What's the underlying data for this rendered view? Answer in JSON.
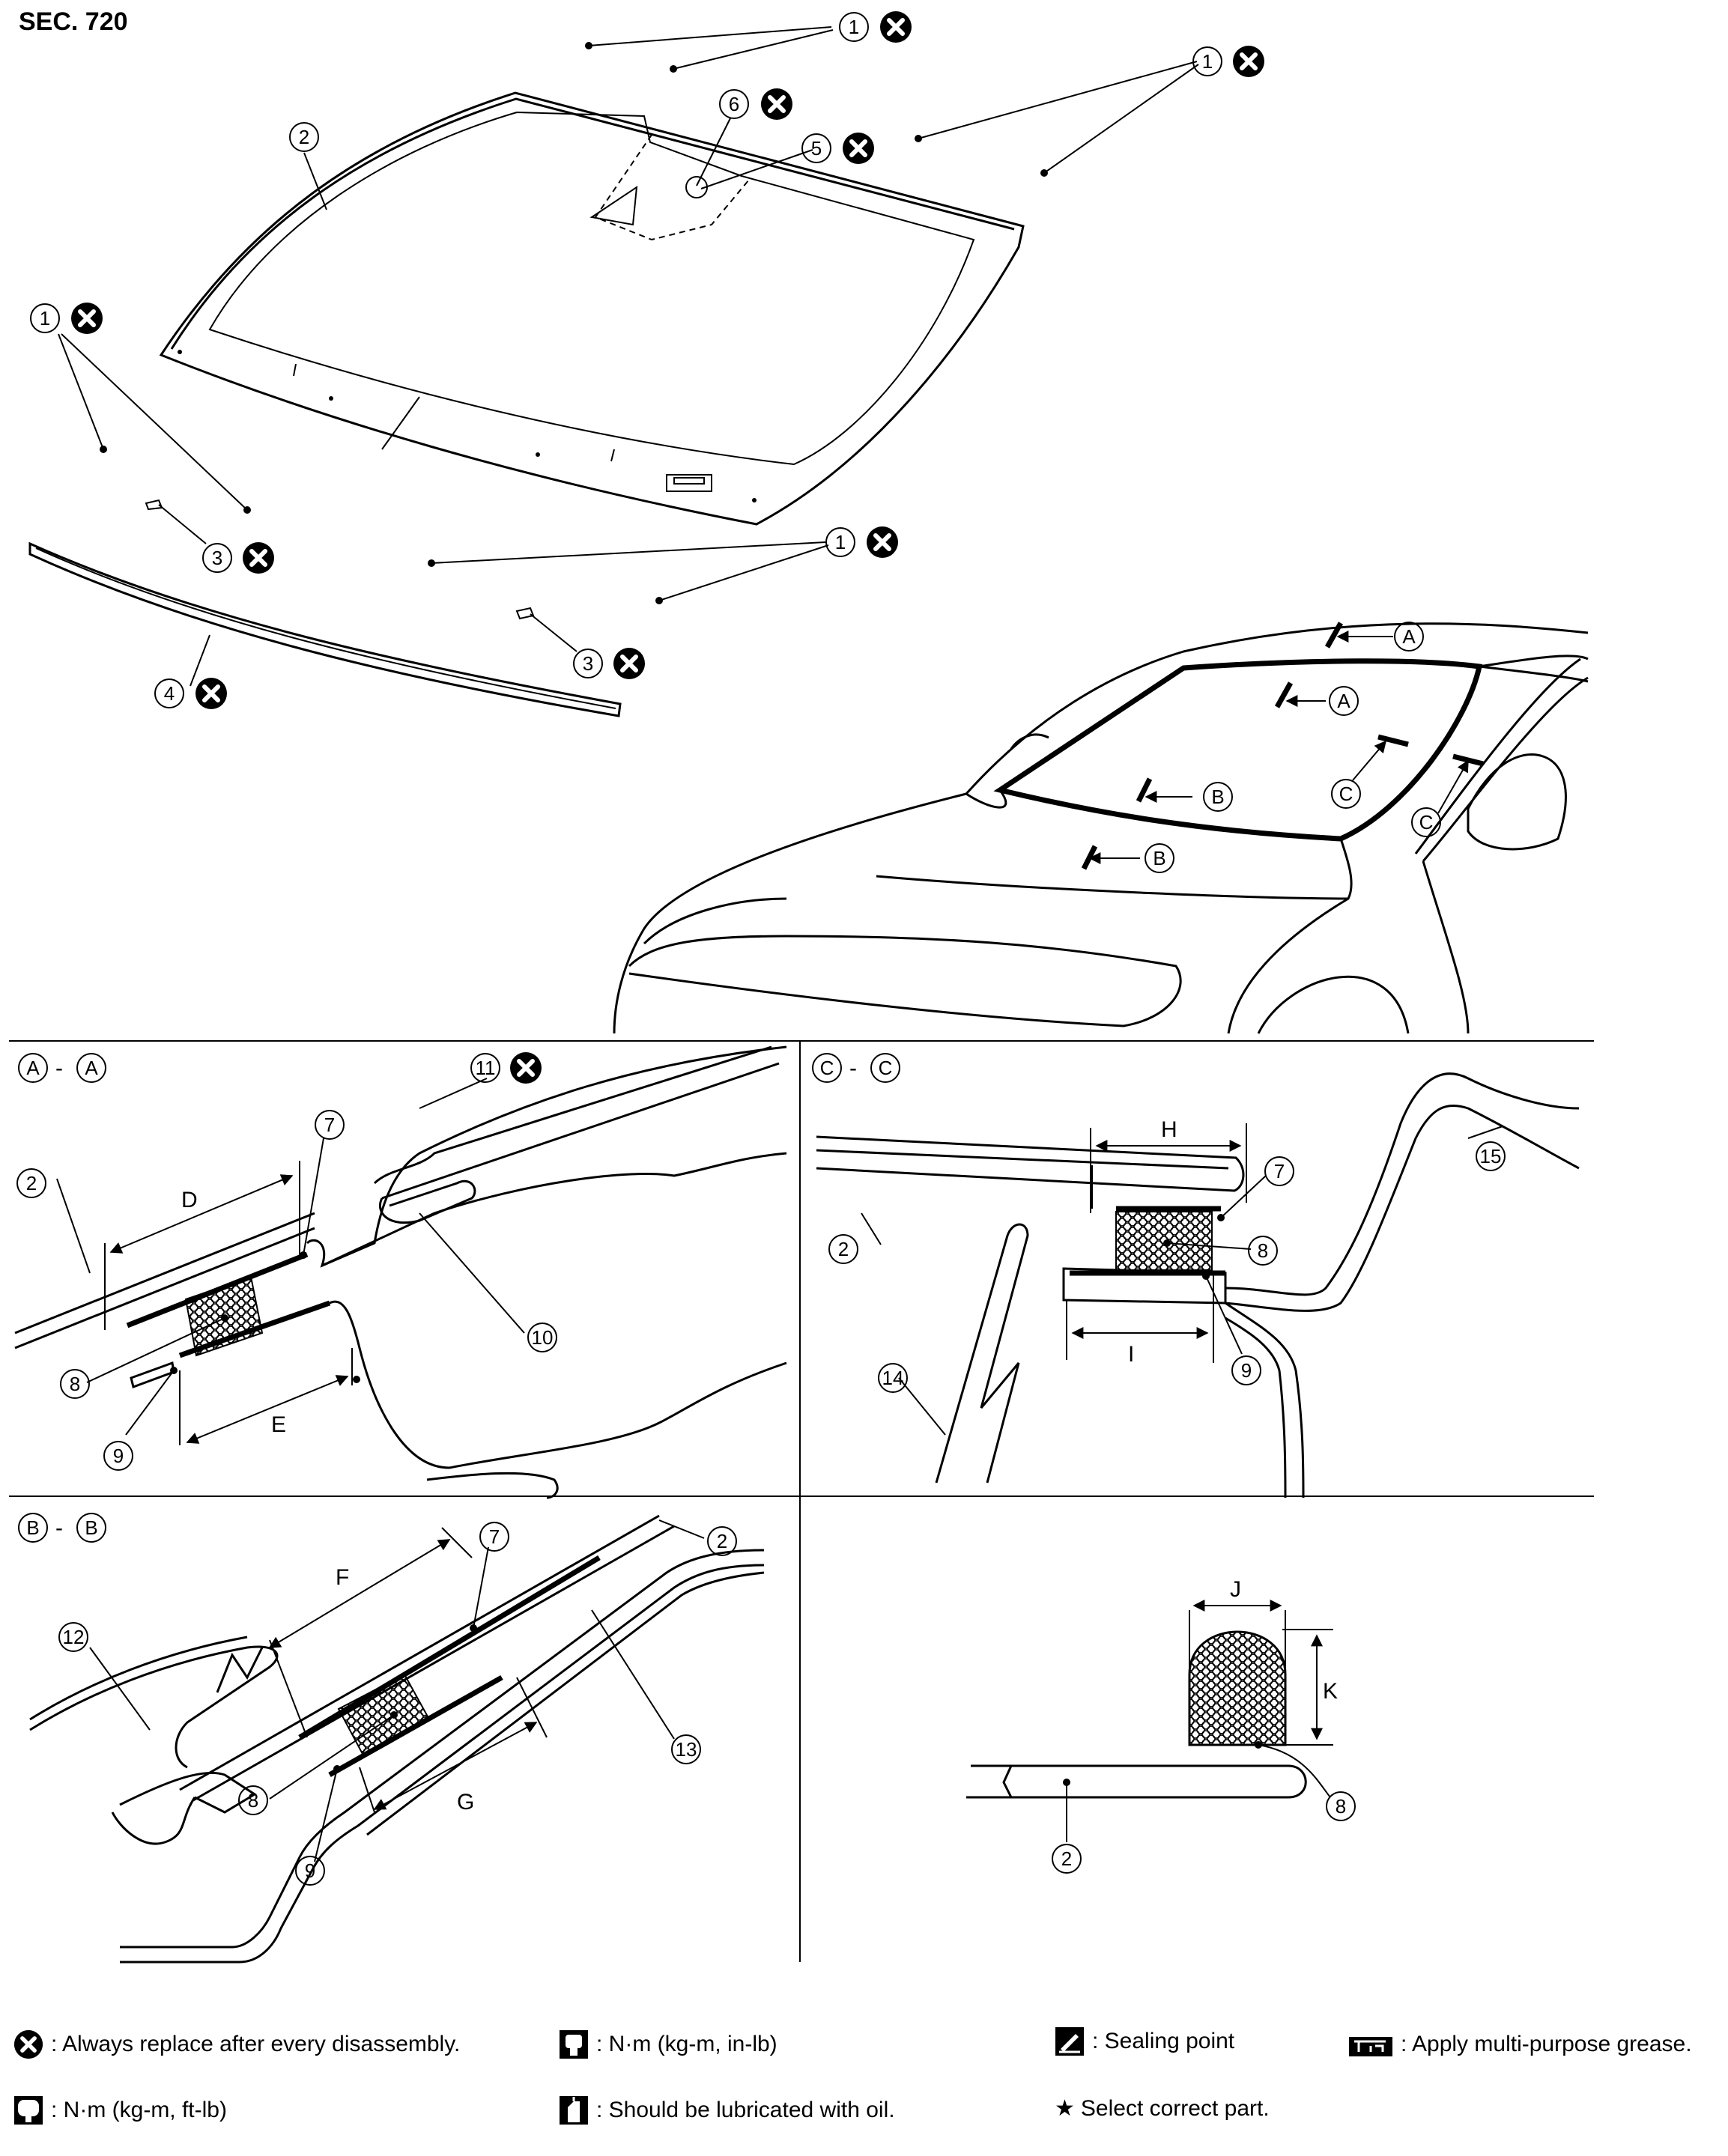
{
  "section_label": "SEC. 720",
  "part_numbers": [
    "1",
    "2",
    "3",
    "4",
    "5",
    "6",
    "7",
    "8",
    "9",
    "10",
    "11",
    "12",
    "13",
    "14",
    "15"
  ],
  "section_views": {
    "a": {
      "letter": "A",
      "title_sep": "-"
    },
    "b": {
      "letter": "B",
      "title_sep": "-"
    },
    "c": {
      "letter": "C",
      "title_sep": "-"
    }
  },
  "dimensions": {
    "d": "D",
    "e": "E",
    "f": "F",
    "g": "G",
    "h": "H",
    "i": "I",
    "j": "J",
    "k": "K"
  },
  "legend": {
    "replace": ": Always replace after every disassembly.",
    "torque_in": ": N·m (kg-m, in-lb)",
    "sealing": ": Sealing point",
    "grease": ": Apply multi-purpose grease.",
    "torque_ft": ": N·m (kg-m, ft-lb)",
    "oil": ": Should be lubricated with oil.",
    "select_symbol": "★",
    "select": "Select correct part."
  },
  "icons": [
    "replace-x-icon",
    "torque-in-icon",
    "sealing-icon",
    "grease-icon",
    "torque-ft-icon",
    "oil-icon",
    "star-icon"
  ]
}
